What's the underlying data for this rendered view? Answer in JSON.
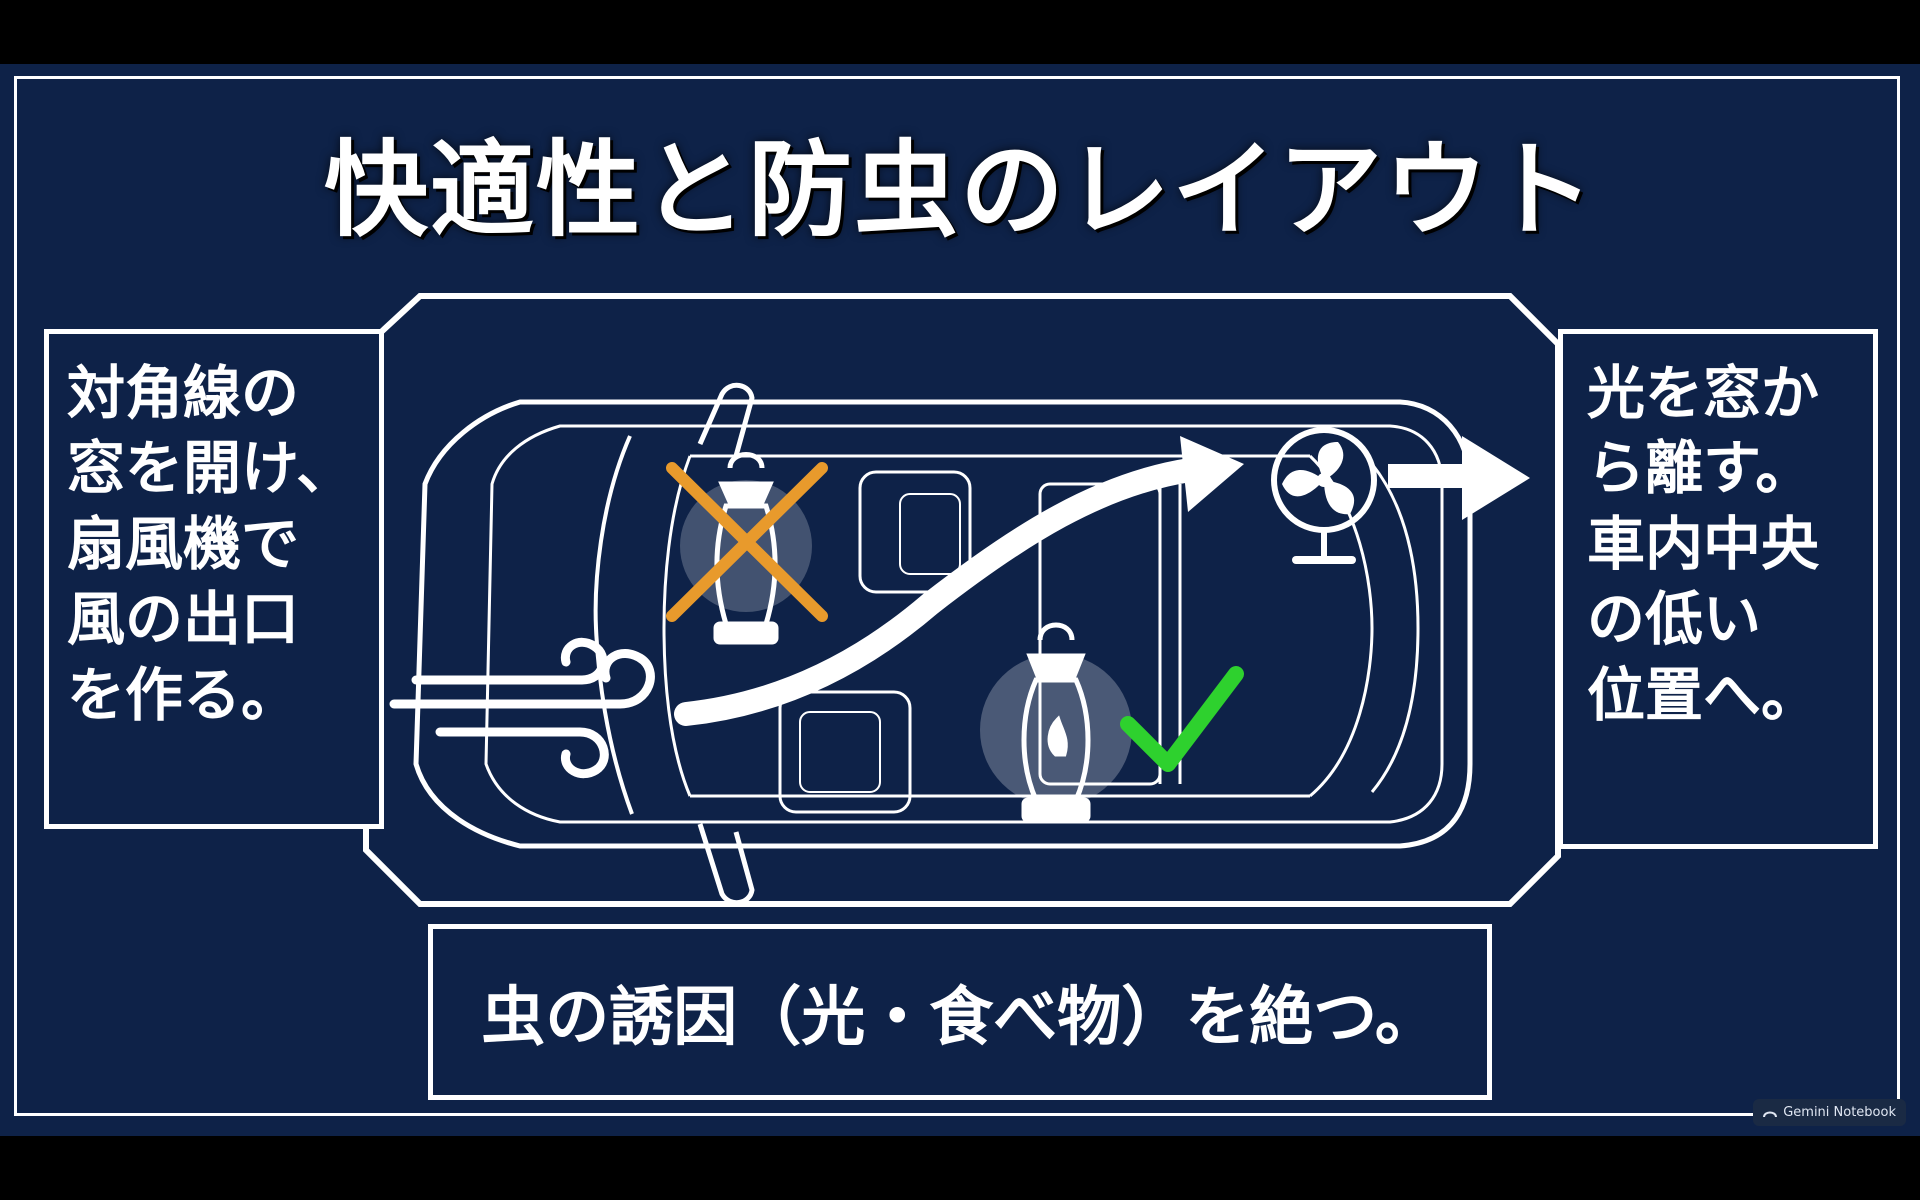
{
  "slide": {
    "title": "快適性と防虫のレイアウト",
    "left_text": [
      "対角線の",
      "窓を開け、",
      "扇風機で",
      "風の出口",
      "を作る。"
    ],
    "right_text": [
      "光を窓か",
      "ら離す。",
      "車内中央",
      "の低い",
      "位置へ。"
    ],
    "bottom_text": "虫の誘因（光・食べ物）を絶つ。"
  },
  "badge": {
    "label": "Gemini Notebook",
    "icon": "gemini-logo-icon"
  },
  "colors": {
    "background": "#0e2248",
    "line": "#ffffff",
    "cross": "#e89a2c",
    "check": "#2ed12e"
  },
  "icons": [
    "wind-icon",
    "airflow-arrow-icon",
    "fan-icon",
    "lantern-icon",
    "cross-mark-icon",
    "check-mark-icon"
  ]
}
